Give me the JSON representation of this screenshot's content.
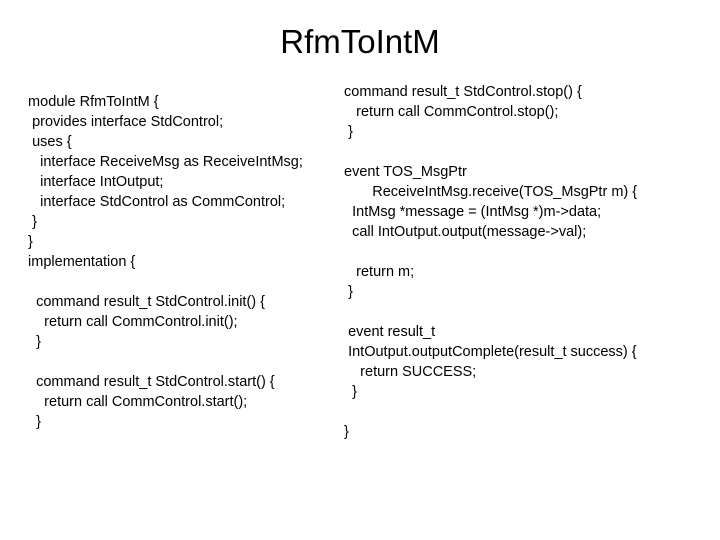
{
  "slide": {
    "title": "RfmToIntM",
    "background_color": "#ffffff",
    "text_color": "#000000"
  },
  "left_code_block": {
    "name": "module-declaration-code",
    "lines": [
      "  module RfmToIntM {",
      "   provides interface StdControl;",
      "   uses {",
      "     interface ReceiveMsg as ReceiveIntMsg;",
      "     interface IntOutput;",
      "     interface StdControl as CommControl;",
      "   }",
      "  }",
      "  implementation {",
      "",
      "    command result_t StdControl.init() {",
      "      return call CommControl.init();",
      "    }",
      "",
      "    command result_t StdControl.start() {",
      "      return call CommControl.start();",
      "    }"
    ]
  },
  "right_code_block": {
    "name": "implementation-body-code",
    "lines": [
      "  command result_t StdControl.stop() {",
      "     return call CommControl.stop();",
      "   }",
      "",
      "  event TOS_MsgPtr",
      "         ReceiveIntMsg.receive(TOS_MsgPtr m) {",
      "    IntMsg *message = (IntMsg *)m->data;",
      "    call IntOutput.output(message->val);",
      "",
      "     return m;",
      "   }",
      "",
      "   event result_t",
      "   IntOutput.outputComplete(result_t success) {",
      "      return SUCCESS;",
      "    }",
      "",
      "  }"
    ]
  }
}
